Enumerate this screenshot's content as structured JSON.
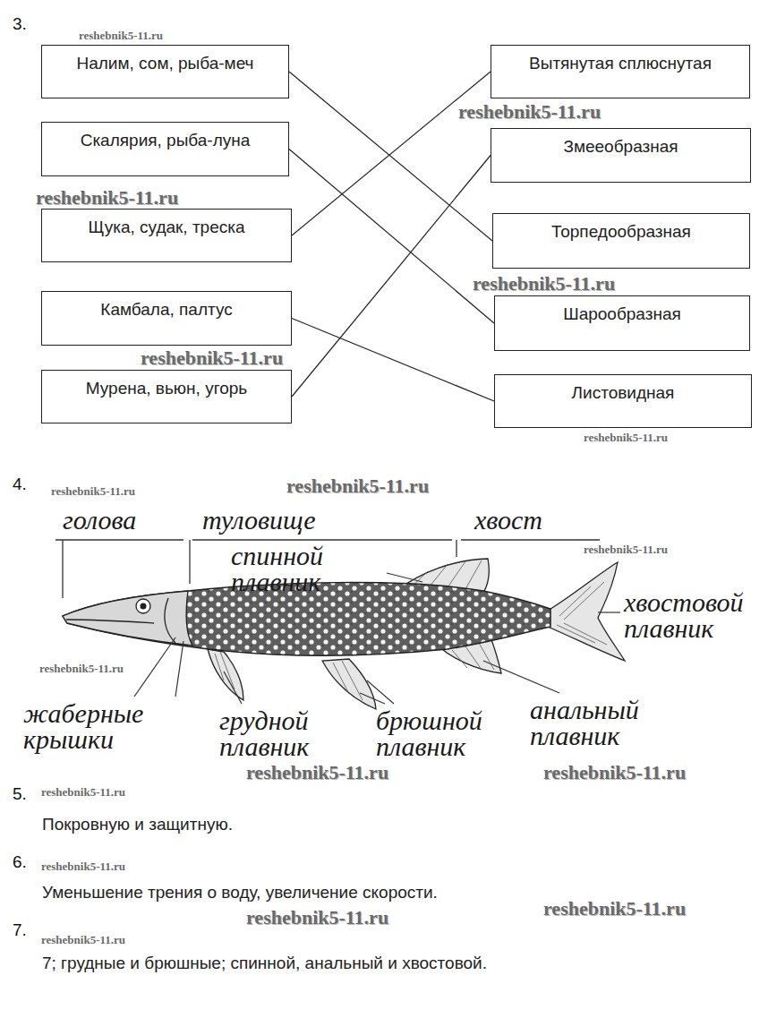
{
  "diagram": {
    "nodes": [
      {
        "text": [
          "Налим, сом, рыба-меч"
        ]
      },
      {
        "text": [
          "Скалярия, рыба-луна"
        ]
      },
      {
        "text": [
          "Щука, судак, треска"
        ]
      },
      {
        "text": [
          "Камбала, палтус"
        ]
      },
      {
        "text": [
          "Мурена, вьюн, угорь"
        ]
      },
      {
        "text": [
          "Вытянутая сплюснутая"
        ]
      },
      {
        "text": [
          "Змееобразная"
        ]
      },
      {
        "text": [
          "Торпедообразная"
        ]
      },
      {
        "text": [
          "Шарообразная"
        ]
      },
      {
        "text": [
          "Листовидная"
        ]
      }
    ],
    "edges": [
      {
        "from": 0,
        "to": 7,
        "arrow": "none"
      },
      {
        "from": 1,
        "to": 8,
        "arrow": "none"
      },
      {
        "from": 2,
        "to": 5,
        "arrow": "none"
      },
      {
        "from": 3,
        "to": 9,
        "arrow": "none"
      },
      {
        "from": 4,
        "to": 6,
        "arrow": "none"
      }
    ],
    "labels": [
      "3.",
      "reshebnik5-11.ru",
      "reshebnik5-11.ru",
      "reshebnik5-11.ru",
      "reshebnik5-11.ru",
      "reshebnik5-11.ru",
      "reshebnik5-11.ru",
      "4.",
      "reshebnik5-11.ru",
      "reshebnik5-11.ru",
      "голова",
      "туловище",
      "хвост",
      "спинной плавник",
      "reshebnik5-11.ru",
      "хвостовой плавник",
      "reshebnik5-11.ru",
      "жаберные крышки",
      "грудной плавник",
      "брюшной плавник",
      "анальный плавник",
      "reshebnik5-11.ru",
      "reshebnik5-11.ru",
      "5.",
      "reshebnik5-11.ru",
      "Покровную и защитную.",
      "6.",
      "reshebnik5-11.ru",
      "Уменьшение трения о воду, увеличение скорости.",
      "reshebnik5-11.ru",
      "reshebnik5-11.ru",
      "7.",
      "reshebnik5-11.ru",
      "7; грудные и брюшные; спинной, анальный и хвостовой."
    ]
  }
}
